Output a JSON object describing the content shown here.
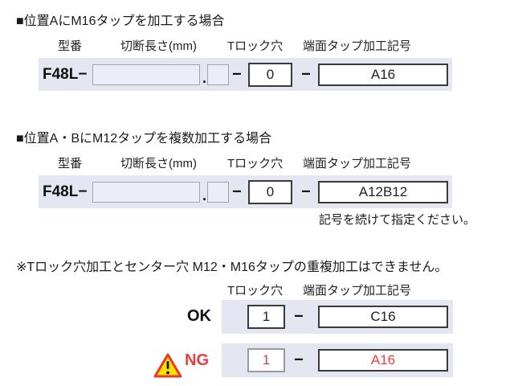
{
  "glyphs": {
    "dash": "−",
    "dot": "."
  },
  "colors": {
    "band_bg": "#e4e6f1",
    "empty_box_bg": "#ecedf6",
    "value_box_border": "#3a3a3a",
    "ng_red": "#e8403c",
    "warning_yellow": "#ffe100",
    "warning_border": "#e8392f"
  },
  "sections": [
    {
      "title": "■位置AにM16タップを加工する場合",
      "headers": {
        "model": "型番",
        "length": "切断長さ(mm)",
        "tlock": "Tロック穴",
        "tap": "端面タップ加工記号"
      },
      "row": {
        "model_prefix": "F48L−",
        "tlock_value": "0",
        "tap_value": "A16"
      }
    },
    {
      "title": "■位置A・BにM12タップを複数加工する場合",
      "headers": {
        "model": "型番",
        "length": "切断長さ(mm)",
        "tlock": "Tロック穴",
        "tap": "端面タップ加工記号"
      },
      "row": {
        "model_prefix": "F48L−",
        "tlock_value": "0",
        "tap_value": "A12B12"
      },
      "note": "記号を続けて指定ください。"
    },
    {
      "note": "※Tロック穴加工とセンター穴 M12・M16タップの重複加工はできません。",
      "headers": {
        "tlock": "Tロック穴",
        "tap": "端面タップ加工記号"
      },
      "examples": [
        {
          "label": "OK",
          "status": "ok",
          "tlock_value": "1",
          "tap_value": "C16"
        },
        {
          "label": "NG",
          "status": "ng",
          "tlock_value": "1",
          "tap_value": "A16"
        }
      ]
    }
  ]
}
